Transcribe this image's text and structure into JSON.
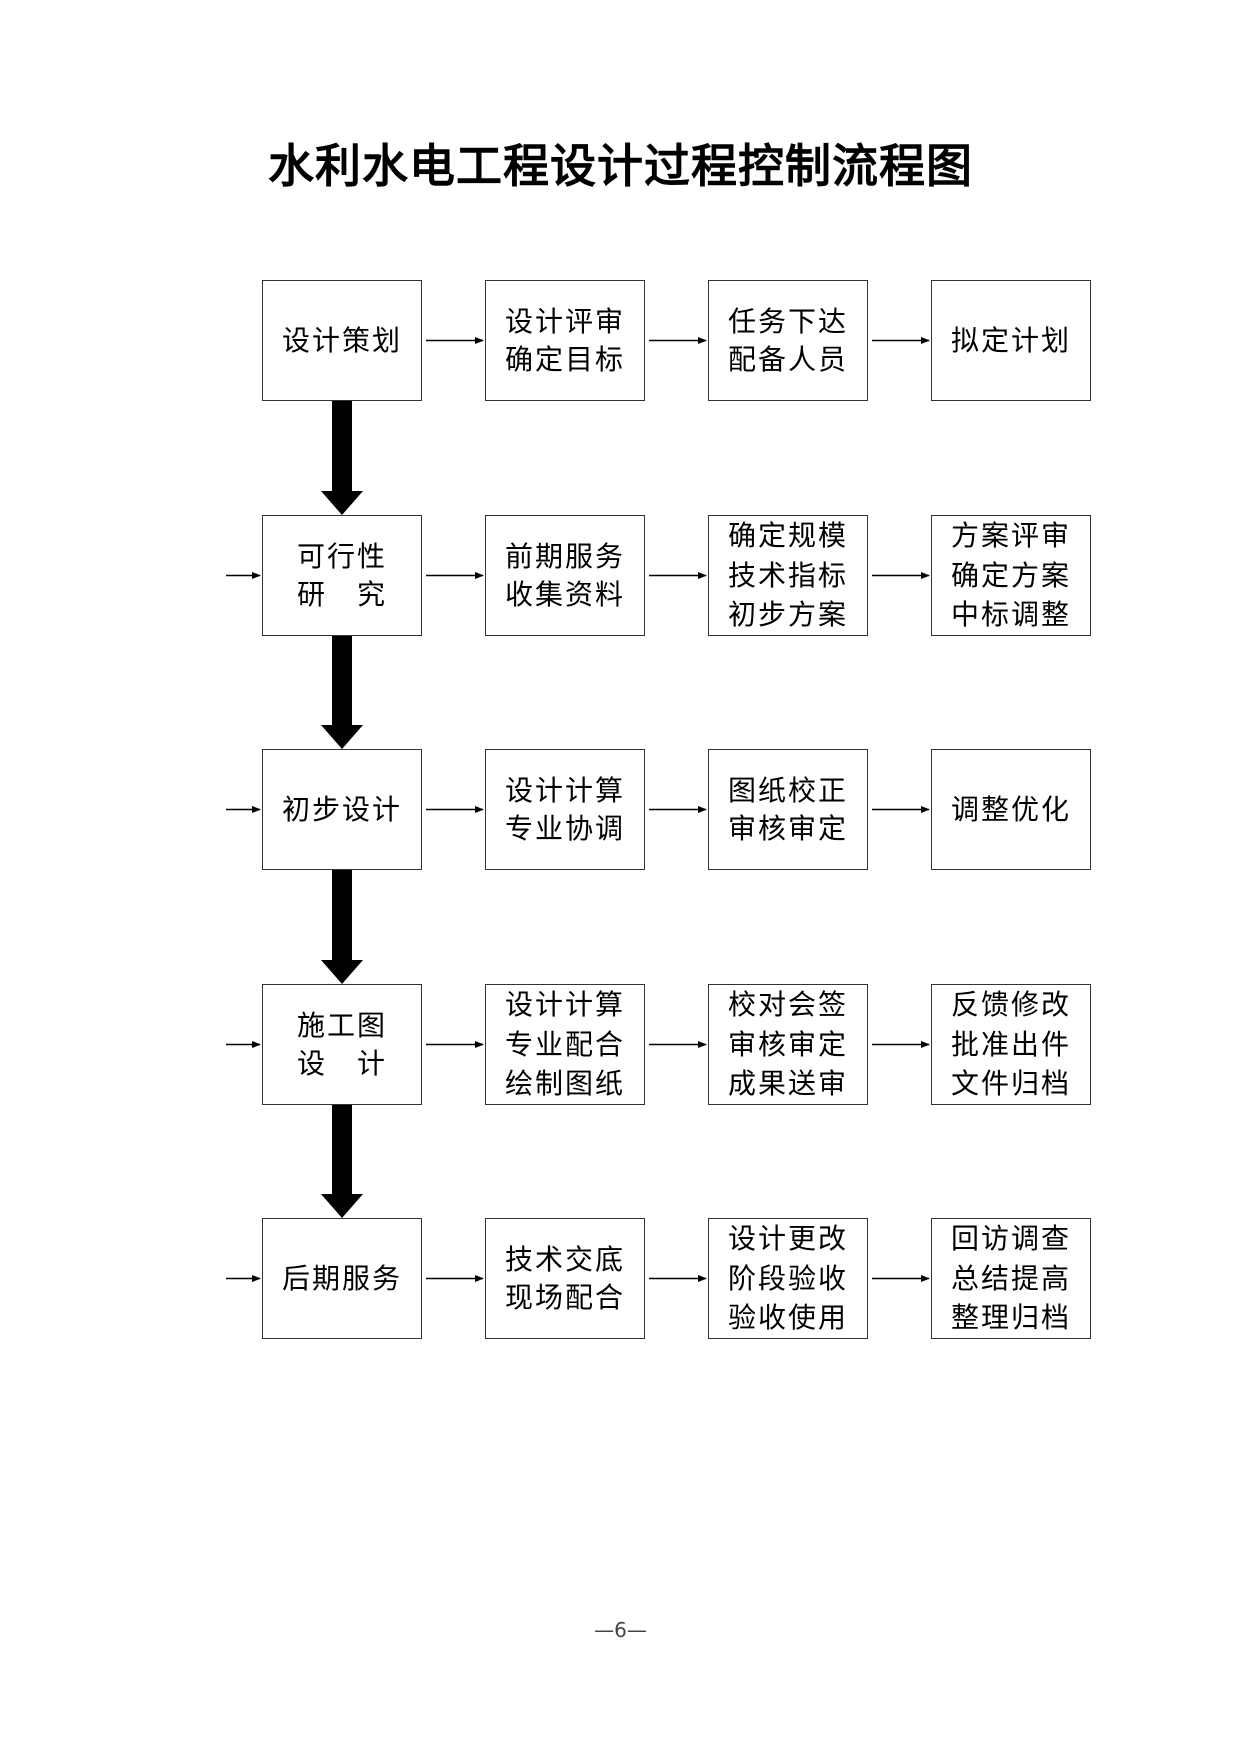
{
  "title": "水利水电工程设计过程控制流程图",
  "rows": [
    {
      "boxes": [
        {
          "lines": [
            "设计策划"
          ]
        },
        {
          "lines": [
            "设计评审",
            "确定目标"
          ]
        },
        {
          "lines": [
            "任务下达",
            "配备人员"
          ]
        },
        {
          "lines": [
            "拟定计划"
          ]
        }
      ]
    },
    {
      "boxes": [
        {
          "lines": [
            "可行性",
            "研　究"
          ]
        },
        {
          "lines": [
            "前期服务",
            "收集资料"
          ]
        },
        {
          "lines": [
            "确定规模",
            "技术指标",
            "初步方案"
          ]
        },
        {
          "lines": [
            "方案评审",
            "确定方案",
            "中标调整"
          ]
        }
      ]
    },
    {
      "boxes": [
        {
          "lines": [
            "初步设计"
          ]
        },
        {
          "lines": [
            "设计计算",
            "专业协调"
          ]
        },
        {
          "lines": [
            "图纸校正",
            "审核审定"
          ]
        },
        {
          "lines": [
            "调整优化"
          ]
        }
      ]
    },
    {
      "boxes": [
        {
          "lines": [
            "施工图",
            "设　计"
          ]
        },
        {
          "lines": [
            "设计计算",
            "专业配合",
            "绘制图纸"
          ]
        },
        {
          "lines": [
            "校对会签",
            "审核审定",
            "成果送审"
          ]
        },
        {
          "lines": [
            "反馈修改",
            "批准出件",
            "文件归档"
          ]
        }
      ]
    },
    {
      "boxes": [
        {
          "lines": [
            "后期服务"
          ]
        },
        {
          "lines": [
            "技术交底",
            "现场配合"
          ]
        },
        {
          "lines": [
            "设计更改",
            "阶段验收",
            "验收使用"
          ]
        },
        {
          "lines": [
            "回访调查",
            "总结提高",
            "整理归档"
          ]
        }
      ]
    }
  ],
  "page_number": "—6—"
}
